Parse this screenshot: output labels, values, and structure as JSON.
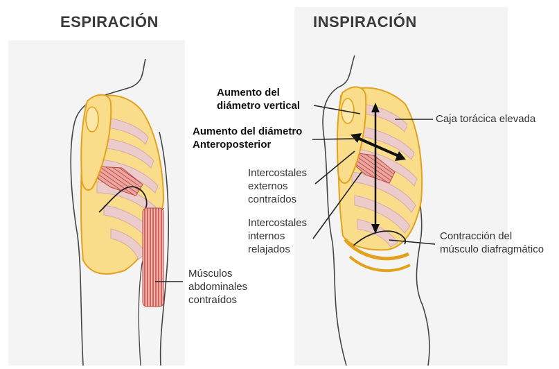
{
  "titles": {
    "left": "ESPIRACIÓN",
    "right": "INSPIRACIÓN"
  },
  "labels": {
    "vertical": [
      "Aumento del",
      "diámetro vertical"
    ],
    "anteroposterior": [
      "Aumento del diámetro",
      "Anteroposterior"
    ],
    "intercostales_externos": [
      "Intercostales",
      "externos",
      "contraídos"
    ],
    "intercostales_internos": [
      "Intercostales",
      "internos",
      "relajados"
    ],
    "caja_toracica": "Caja torácica elevada",
    "diafragma": [
      "Contracción del",
      "músculo diafragmático"
    ],
    "abdominales": [
      "Músculos",
      "abdominales",
      "contraídos"
    ]
  },
  "colors": {
    "bone_fill": "#f9dd8a",
    "bone_stroke": "#e3a21e",
    "intercostal": "#eccbcb",
    "muscle": "#c94a43",
    "panel": "#f4f4f4",
    "outline": "#444444"
  }
}
